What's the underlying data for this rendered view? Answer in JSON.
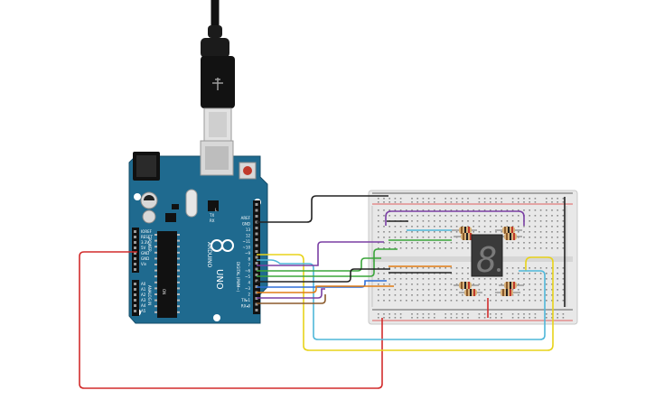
{
  "arduino": {
    "brand_vertical": "ARDUINO",
    "model": "UNO",
    "power_header_labels": [
      "IOREF",
      "RESET",
      "3.3V",
      "5V",
      "GND",
      "GND",
      "Vin"
    ],
    "analog_header_labels": [
      "A0",
      "A1",
      "A2",
      "A3",
      "A4",
      "A5"
    ],
    "analog_in_label": "ANALOG IN",
    "power_label": "POWER",
    "digital_header_labels": [
      "AREF",
      "GND",
      "13",
      "12",
      "~11",
      "~10",
      "~9",
      "8",
      "7",
      "~6",
      "~5",
      "4",
      "~3",
      "2",
      "TX▸1",
      "RX◂0"
    ],
    "digital_label": "DIGITAL (PWM~)",
    "on_label": "ON",
    "tx_label": "TX",
    "rx_label": "RX",
    "l_label": "L"
  },
  "display": {
    "digit": "8"
  },
  "colors": {
    "board": "#1f6a8f",
    "breadboard": "#e8e8e8",
    "wire_red": "#d22c2c",
    "wire_black": "#222222",
    "wire_yellow": "#e8d31a",
    "wire_cyan": "#4fb7d9",
    "wire_purple": "#7a3fa4",
    "wire_green": "#3aa53a",
    "wire_orange": "#e07b13",
    "wire_brown": "#8b5a2b",
    "wire_blue": "#2f6fd8"
  }
}
